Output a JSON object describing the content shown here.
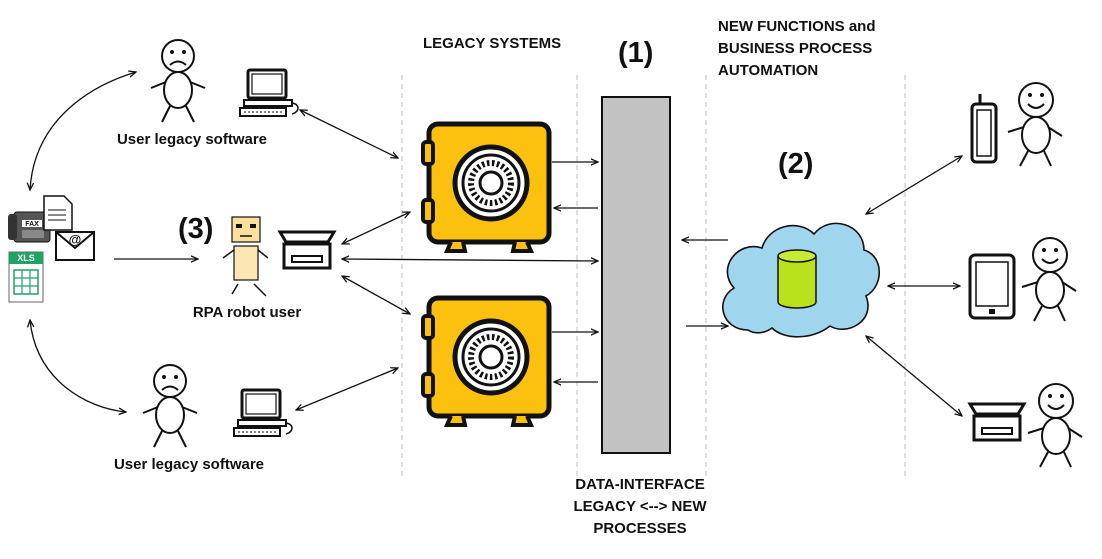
{
  "labels": {
    "legacy_systems": "LEGACY SYSTEMS",
    "new_functions": [
      "NEW FUNCTIONS and",
      "BUSINESS PROCESS",
      "AUTOMATION"
    ],
    "user_legacy_top": "User legacy software",
    "user_legacy_bottom": "User legacy software",
    "rpa_robot_user": "RPA robot user",
    "data_interface": [
      "DATA-INTERFACE",
      "LEGACY <--> NEW",
      "PROCESSES"
    ]
  },
  "numbers": {
    "interface": "(1)",
    "cloud": "(2)",
    "robot": "(3)"
  },
  "doc_icons": {
    "fax": "FAX",
    "xls": "XLS",
    "email": "@"
  },
  "colors": {
    "safe_fill": "#fcc00e",
    "interface_bar": "#c2c2c2",
    "cloud_fill": "#9fd6ee",
    "database_fill": "#b8e21c",
    "robot_head": "#f9e09d",
    "robot_body": "#fbe6b4"
  }
}
